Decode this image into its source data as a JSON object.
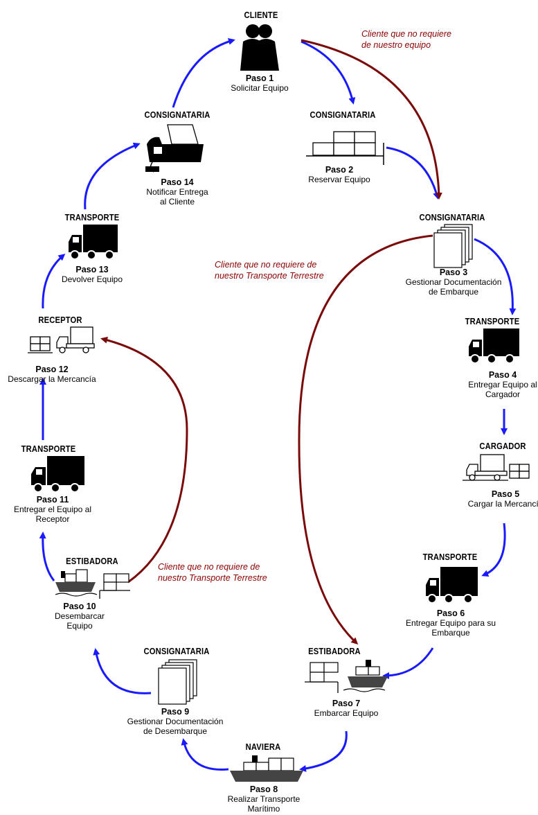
{
  "nodes": [
    {
      "role": "CLIENTE",
      "step": "Paso 1",
      "desc": "Solicitar Equipo",
      "icon": "people-icon"
    },
    {
      "role": "CONSIGNATARIA",
      "step": "Paso 2",
      "desc": "Reservar Equipo",
      "icon": "containers-icon"
    },
    {
      "role": "CONSIGNATARIA",
      "step": "Paso 3",
      "desc": "Gestionar Documentación\nde Embarque",
      "icon": "documents-icon"
    },
    {
      "role": "TRANSPORTE",
      "step": "Paso 4",
      "desc": "Entregar Equipo al\nCargador",
      "icon": "truck-icon"
    },
    {
      "role": "CARGADOR",
      "step": "Paso 5",
      "desc": "Cargar la Mercancía",
      "icon": "truck-load-icon"
    },
    {
      "role": "TRANSPORTE",
      "step": "Paso 6",
      "desc": "Entregar Equipo para su\nEmbarque",
      "icon": "truck-icon"
    },
    {
      "role": "ESTIBADORA",
      "step": "Paso 7",
      "desc": "Embarcar Equipo",
      "icon": "ship-dock-icon"
    },
    {
      "role": "NAVIERA",
      "step": "Paso 8",
      "desc": "Realizar Transporte\nMarítimo",
      "icon": "ship-icon"
    },
    {
      "role": "CONSIGNATARIA",
      "step": "Paso 9",
      "desc": "Gestionar Documentación\nde Desembarque",
      "icon": "documents-icon"
    },
    {
      "role": "ESTIBADORA",
      "step": "Paso 10",
      "desc": "Desembarcar\nEquipo",
      "icon": "ship-dock-icon"
    },
    {
      "role": "TRANSPORTE",
      "step": "Paso 11",
      "desc": "Entregar el Equipo al\nReceptor",
      "icon": "truck-icon"
    },
    {
      "role": "RECEPTOR",
      "step": "Paso 12",
      "desc": "Descargar la Mercancía",
      "icon": "truck-unload-icon"
    },
    {
      "role": "TRANSPORTE",
      "step": "Paso 13",
      "desc": "Devolver Equipo",
      "icon": "truck-icon"
    },
    {
      "role": "CONSIGNATARIA",
      "step": "Paso 14",
      "desc": "Notificar Entrega\nal Cliente",
      "icon": "fax-icon"
    }
  ],
  "notes": [
    "Cliente que no requiere\nde nuestro equipo",
    "Cliente que no requiere de\nnuestro Transporte Terrestre",
    "Cliente que no requiere de\nnuestro Transporte Terrestre"
  ],
  "colors": {
    "main_flow": "#1a1aff",
    "alt_flow": "#7a0a0a",
    "icon": "#000000"
  }
}
